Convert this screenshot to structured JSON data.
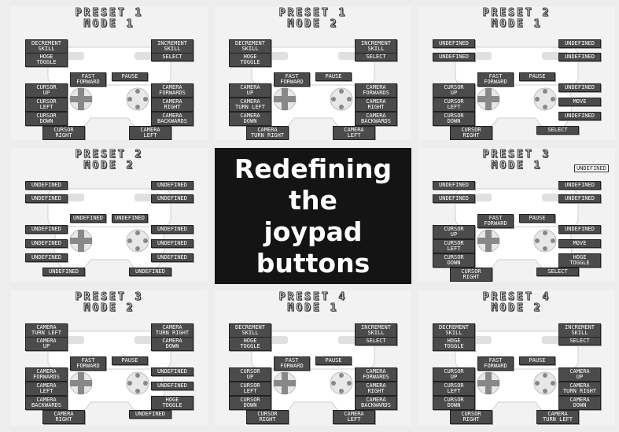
{
  "center_title": "Redefining\nthe\njoypad\nbuttons",
  "panels": [
    {
      "title1": "PRESET 1",
      "title2": "MODE 1",
      "tl": "DECREMENT\nSKILL",
      "tl2": "HOGE\nTOGGLE",
      "tr": "INCREMENT\nSKILL",
      "tr2": "SELECT",
      "ml": "FAST\nFORWARD",
      "mr": "PAUSE",
      "l1": "CURSOR\nUP",
      "l2": "CURSOR\nLEFT",
      "l3": "CURSOR\nDOWN",
      "l4": "CURSOR\nRIGHT",
      "r1": "CAMERA\nFORWARDS",
      "r2": "CAMERA\nRIGHT",
      "r3": "CAMERA\nBACKWARDS",
      "r4": "CAMERA\nLEFT"
    },
    {
      "title1": "PRESET 1",
      "title2": "MODE 2",
      "tl": "DECREMENT\nSKILL",
      "tl2": "HOGE\nTOGGLE",
      "tr": "INCREMENT\nSKILL",
      "tr2": "SELECT",
      "ml": "FAST\nFORWARD",
      "mr": "PAUSE",
      "l1": "CAMERA\nUP",
      "l2": "CAMERA\nTURN LEFT",
      "l3": "CAMERA\nDOWN",
      "l4": "CAMERA\nTURN RIGHT",
      "r1": "CAMERA\nFORWARDS",
      "r2": "CAMERA\nRIGHT",
      "r3": "CAMERA\nBACKWARDS",
      "r4": "CAMERA\nLEFT"
    },
    {
      "title1": "PRESET 2",
      "title2": "MODE 1",
      "tl": "UNDEFINED",
      "tl2": "UNDEFINED",
      "tr": "UNDEFINED",
      "tr2": "UNDEFINED",
      "ml": "FAST\nFORWARD",
      "mr": "PAUSE",
      "l1": "CURSOR\nUP",
      "l2": "CURSOR\nLEFT",
      "l3": "CURSOR\nDOWN",
      "l4": "CURSOR\nRIGHT",
      "r1": "UNDEFINED",
      "r2": "MOVE",
      "r3": "UNDEFINED",
      "r4": "SELECT"
    },
    {
      "title1": "PRESET 2",
      "title2": "MODE 2",
      "tl": "UNDEFINED",
      "tl2": "UNDEFINED",
      "tr": "UNDEFINED",
      "tr2": "UNDEFINED",
      "ml": "UNDEFINED",
      "mr": "UNDEFINED",
      "l1": "UNDEFINED",
      "l2": "UNDEFINED",
      "l3": "UNDEFINED",
      "l4": "UNDEFINED",
      "r1": "UNDEFINED",
      "r2": "UNDEFINED",
      "r3": "UNDEFINED",
      "r4": "UNDEFINED"
    },
    {
      "title1": "PRESET 3",
      "title2": "MODE 1",
      "tl": "UNDEFINED",
      "tl2": "UNDEFINED",
      "tr": "UNDEFINED",
      "tr2": "UNDEFINED",
      "ml": "FAST\nFORWARD",
      "mr": "PAUSE",
      "l1": "CURSOR\nUP",
      "l2": "CURSOR\nLEFT",
      "l3": "CURSOR\nDOWN",
      "l4": "CURSOR\nRIGHT",
      "r1": "UNDEFINED",
      "r2": "MOVE",
      "r3": "HOGE\nTOGGLE",
      "r4": "SELECT"
    },
    {
      "title1": "PRESET 3",
      "title2": "MODE 2",
      "tl": "CAMERA\nTURN LEFT",
      "tl2": "CAMERA\nUP",
      "tr": "CAMERA\nTURN RIGHT",
      "tr2": "CAMERA\nDOWN",
      "ml": "FAST\nFORWARD",
      "mr": "PAUSE",
      "l1": "CAMERA\nFORWARDS",
      "l2": "CAMERA\nLEFT",
      "l3": "CAMERA\nBACKWARDS",
      "l4": "CAMERA\nRIGHT",
      "r1": "UNDEFINED",
      "r2": "UNDEFINED",
      "r3": "HOGE\nTOGGLE",
      "r4": "UNDEFINED"
    },
    {
      "title1": "PRESET 4",
      "title2": "MODE 1",
      "tl": "DECREMENT\nSKILL",
      "tl2": "HOGE\nTOGGLE",
      "tr": "INCREMENT\nSKILL",
      "tr2": "SELECT",
      "ml": "FAST\nFORWARD",
      "mr": "PAUSE",
      "l1": "CURSOR\nUP",
      "l2": "CURSOR\nLEFT",
      "l3": "CURSOR\nDOWN",
      "l4": "CURSOR\nRIGHT",
      "r1": "CAMERA\nFORWARDS",
      "r2": "CAMERA\nRIGHT",
      "r3": "CAMERA\nBACKWARDS",
      "r4": "CAMERA\nLEFT"
    },
    {
      "title1": "PRESET 4",
      "title2": "MODE 2",
      "tl": "DECREMENT\nSKILL",
      "tl2": "HOGE\nTOGGLE",
      "tr": "INCREMENT\nSKILL",
      "tr2": "SELECT",
      "ml": "FAST\nFORWARD",
      "mr": "PAUSE",
      "l1": "CURSOR\nUP",
      "l2": "CURSOR\nLEFT",
      "l3": "CURSOR\nDOWN",
      "l4": "CURSOR\nRIGHT",
      "r1": "CAMERA\nUP",
      "r2": "CAMERA\nTURN RIGHT",
      "r3": "CAMERA\nDOWN",
      "r4": "CAMERA\nTURN LEFT"
    }
  ],
  "tag": "UNDEFINED"
}
